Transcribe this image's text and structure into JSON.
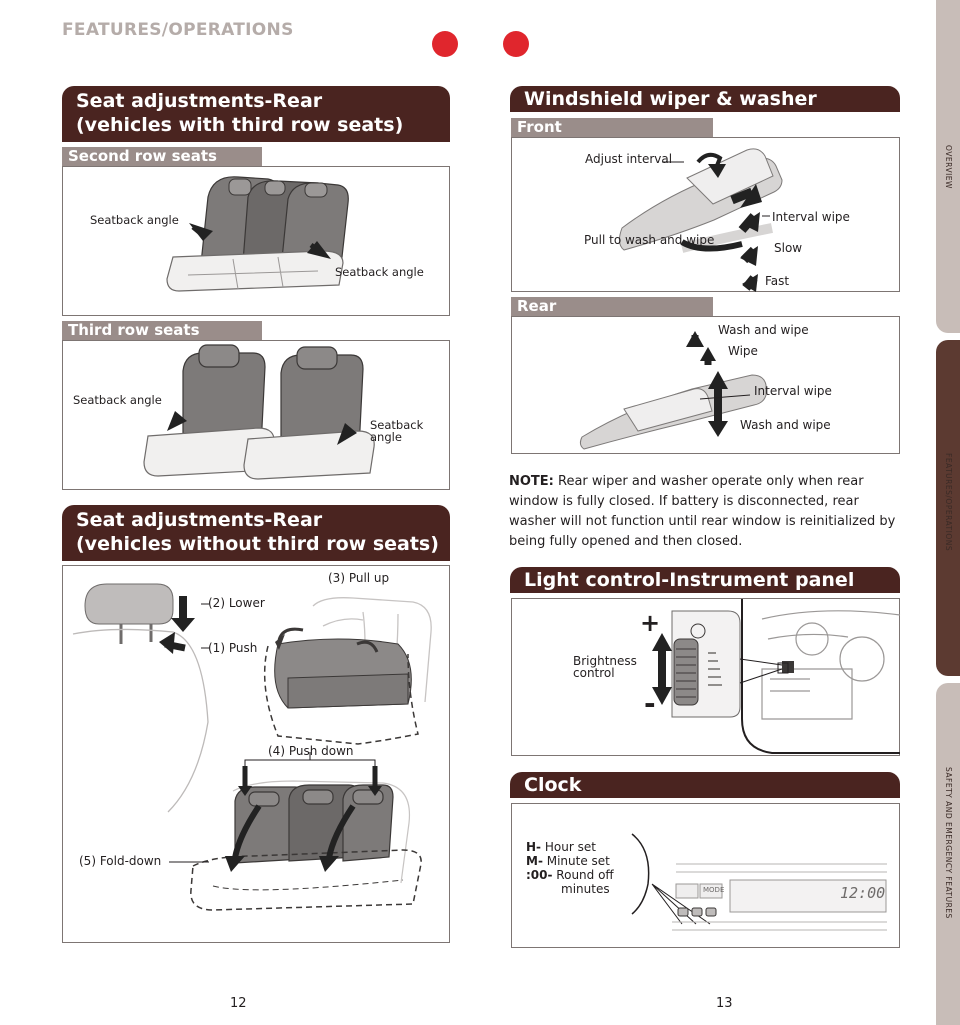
{
  "header": {
    "title": "FEATURES/OPERATIONS"
  },
  "side_tabs": [
    "OVERVIEW",
    "FEATURES/OPERATIONS",
    "SAFETY AND EMERGENCY FEATURES"
  ],
  "left": {
    "section1": {
      "title_line1": "Seat adjustments-Rear",
      "title_line2": "(vehicles with third row seats)",
      "second_row": {
        "title": "Second row seats",
        "label_left": "Seatback angle",
        "label_right": "Seatback angle"
      },
      "third_row": {
        "title": "Third row seats",
        "label_left": "Seatback angle",
        "label_right_1": "Seatback",
        "label_right_2": "angle"
      }
    },
    "section2": {
      "title_line1": "Seat adjustments-Rear",
      "title_line2": "(vehicles without third row seats)",
      "labels": {
        "lower": "(2) Lower",
        "push": "(1) Push",
        "pull_up": "(3) Pull up",
        "push_down": "(4) Push down",
        "fold_down": "(5) Fold-down"
      }
    }
  },
  "right": {
    "wiper": {
      "title": "Windshield wiper & washer",
      "front": {
        "title": "Front",
        "adjust_interval": "Adjust interval",
        "interval_wipe": "Interval wipe",
        "pull_wash": "Pull to wash and wipe",
        "slow": "Slow",
        "fast": "Fast"
      },
      "rear": {
        "title": "Rear",
        "wash_wipe_top": "Wash and wipe",
        "wipe": "Wipe",
        "interval_wipe": "Interval wipe",
        "wash_wipe_bottom": "Wash and wipe"
      }
    },
    "note": {
      "label": "NOTE:",
      "text": " Rear wiper and washer operate only when rear window is fully closed. If battery is disconnected, rear washer will not function until rear window is reinitialized by being fully opened and then closed."
    },
    "light": {
      "title": "Light control-Instrument panel",
      "brightness_1": "Brightness",
      "brightness_2": "control",
      "plus": "+",
      "minus": "-"
    },
    "clock": {
      "title": "Clock",
      "h_key": "H-",
      "h_text": " Hour set",
      "m_key": "M-",
      "m_text": " Minute set",
      "r_key": ":00-",
      "r_text": " Round off",
      "r_text2": "minutes",
      "display": "12:00",
      "mode": "MODE"
    }
  },
  "page_numbers": {
    "left": "12",
    "right": "13"
  },
  "colors": {
    "banner": "#4a2420",
    "sub_banner": "#9a8d8a",
    "accent_red": "#e0262d",
    "tab_active": "#5c3a31",
    "tab_inactive": "#c8bdb8"
  }
}
